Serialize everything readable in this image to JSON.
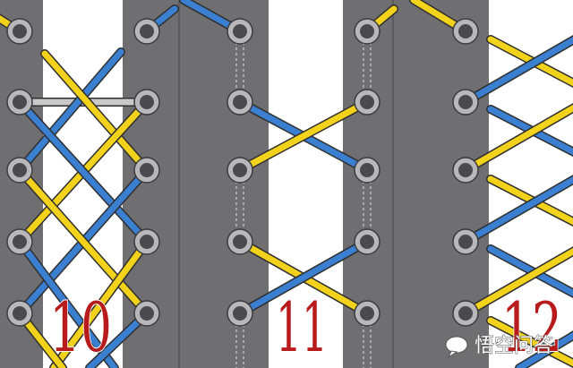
{
  "panels": [
    {
      "id": "10",
      "label": "10"
    },
    {
      "id": "11",
      "label": "11"
    },
    {
      "id": "12",
      "label": "12"
    }
  ],
  "watermark": {
    "text": "悟空问答"
  },
  "colors": {
    "flap": "#6f6f71",
    "flap_edge": "#5a5a5c",
    "eyelet_ring": "#b8b8ba",
    "eyelet_hole": "#4a4a4c",
    "lace_blue": "#3a7fd0",
    "lace_yellow": "#f2d21b",
    "lace_gray": "#c9c9c9",
    "lace_outline": "#2f2f2f",
    "number_red": "#b81b1b"
  },
  "icons": {
    "watermark_logo": "speech-bubble-icon"
  }
}
